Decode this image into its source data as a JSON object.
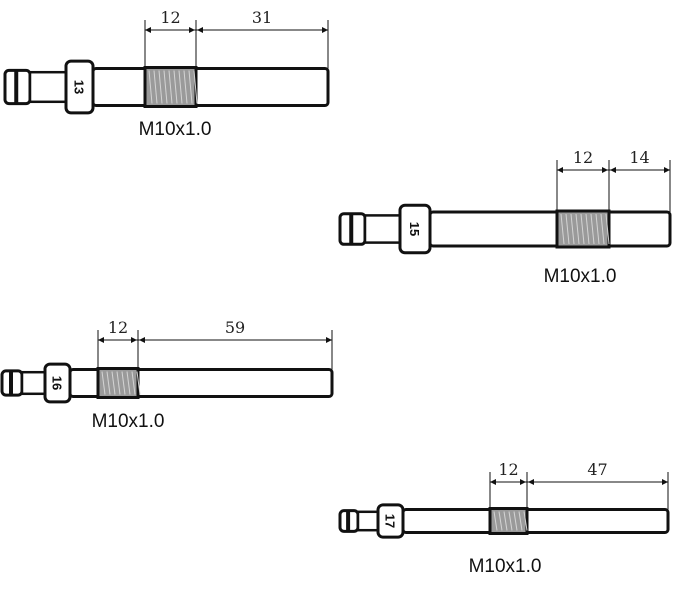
{
  "probes": [
    {
      "hex_size": "13",
      "thread_length": "12",
      "shaft_length": "31",
      "thread_spec": "M10x1.0"
    },
    {
      "hex_size": "15",
      "thread_length": "12",
      "shaft_length": "14",
      "thread_spec": "M10x1.0"
    },
    {
      "hex_size": "16",
      "thread_length": "12",
      "shaft_length": "59",
      "thread_spec": "M10x1.0"
    },
    {
      "hex_size": "17",
      "thread_length": "12",
      "shaft_length": "47",
      "thread_spec": "M10x1.0"
    }
  ],
  "colors": {
    "line": "#111111",
    "thread": "#9a9a9a",
    "background": "#ffffff"
  }
}
